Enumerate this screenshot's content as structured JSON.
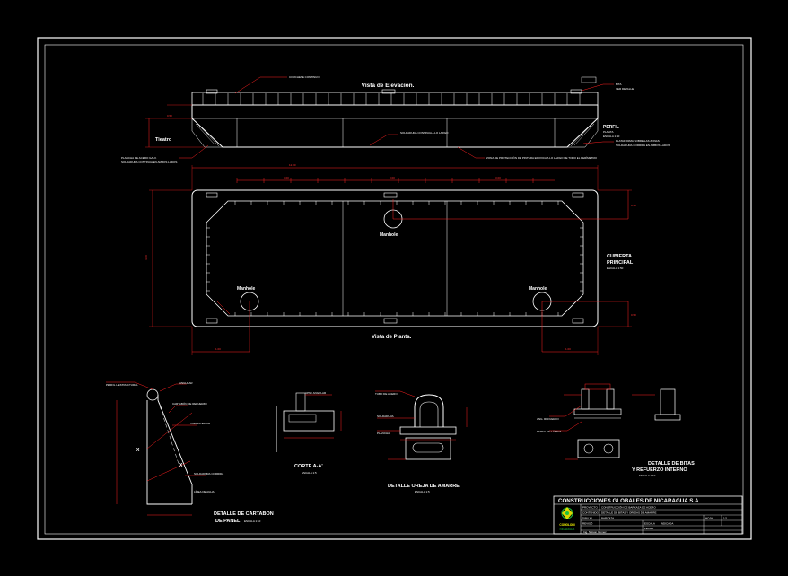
{
  "elevation": {
    "title": "Vista de Elevación.",
    "label_left": "Tieatro",
    "note_top_left": "CORCHETE CONTINUO",
    "note_top_right_1": "BITA",
    "note_top_right_2": "VER DETALLE",
    "note_mid": "SOLDADURA CONTINUA A LO LARGO",
    "note_left_1": "PLANCHA DE ACERO GALV.",
    "note_left_2": "SOLDADURA CONTINUA EN AMBOS LADOS",
    "note_right_1": "PLATAFORMA SOBRE LAS ZONAS",
    "note_right_2": "SOLDADURA CORRIDA EN AMBOS LADOS",
    "note_bottom": "ZONA DE PROTECCIÓN DE PINTURA EPOXICA A LO LARGO DE TODO EL PERÍMETRO",
    "perfil_title": "PERFIL",
    "perfil_sub": "PLANTA",
    "perfil_scale": "ESCALA    1:50"
  },
  "plan": {
    "title": "Vista de Planta.",
    "manhole_center": "Manhole",
    "manhole_left": "Manhole",
    "manhole_right": "Manhole",
    "cubierta_1": "CUBIERTA",
    "cubierta_2": "PRINCIPAL",
    "cubierta_scale": "ESCALA    1:50",
    "dim_total": "12.00",
    "dim_seg_1": "3.00",
    "dim_seg_2": "3.00",
    "dim_seg_3": "3.00",
    "dim_height": "4.00",
    "dim_bottom_left": "1.00",
    "dim_bottom_right": "1.00",
    "dim_right_top": "0.50",
    "dim_right_bottom": "0.50"
  },
  "details": {
    "panel_title_1": "DETALLE DE CARTABÓN",
    "panel_title_2": "DE PANEL",
    "panel_scale": "ESCALA    1:10",
    "panel_note_1": "PERFIL L ESTRUCTURAL",
    "panel_note_2": "ANGULAR",
    "panel_note_3": "CARTABÓN DE REFUERZO",
    "panel_note_4": "VIGA INTERIOR",
    "panel_note_5": "SOLDADURA CORRIDA",
    "panel_note_6": "LÍNEA DE AGUA",
    "corte_title": "CORTE A-A'",
    "corte_scale": "ESCALA    1:5",
    "oreja_title": "DETALLE OREJA DE AMARRE",
    "oreja_scale": "ESCALA    1:5",
    "oreja_note_1": "TUBO DE ACERO",
    "oreja_note_2": "SOLDADURA",
    "oreja_note_3": "PLANCHA",
    "bitas_title_1": "DETALLE DE BITAS",
    "bitas_title_2": "Y REFUERZO INTERNO",
    "bitas_scale": "ESCALA    1:10"
  },
  "title_block": {
    "company": "CONSTRUCCIONES GLOBALES DE NICARAGUA S.A.",
    "row1_label": "PROYECTO",
    "row1_value": "CONSTRUCCIÓN DE BARCAZA DE ACERO",
    "row2_label": "CONTENIDO",
    "row2_value": "DETALLE DE BITAS Y OREJAS DE AMARRE",
    "row3_label": "DIBUJO",
    "row3_value": "BARCAZA",
    "row4_label": "REVISÓ",
    "row4_value": "",
    "row5_label": "ESCALA",
    "row5_value": "INDICADA",
    "row6_label": "FECHA",
    "row6_value": "",
    "sheet_label": "HOJA",
    "sheet_value": "1/1",
    "logo_text_1": "CONGLONI",
    "logo_text_2": "NICARAGUA",
    "drawn_by": "Ing. Nelson Gomez"
  },
  "colors": {
    "background": "#000000",
    "line": "#ffffff",
    "dimension": "#ff2020",
    "accent_yellow": "#ffff00",
    "accent_green": "#20c040"
  }
}
